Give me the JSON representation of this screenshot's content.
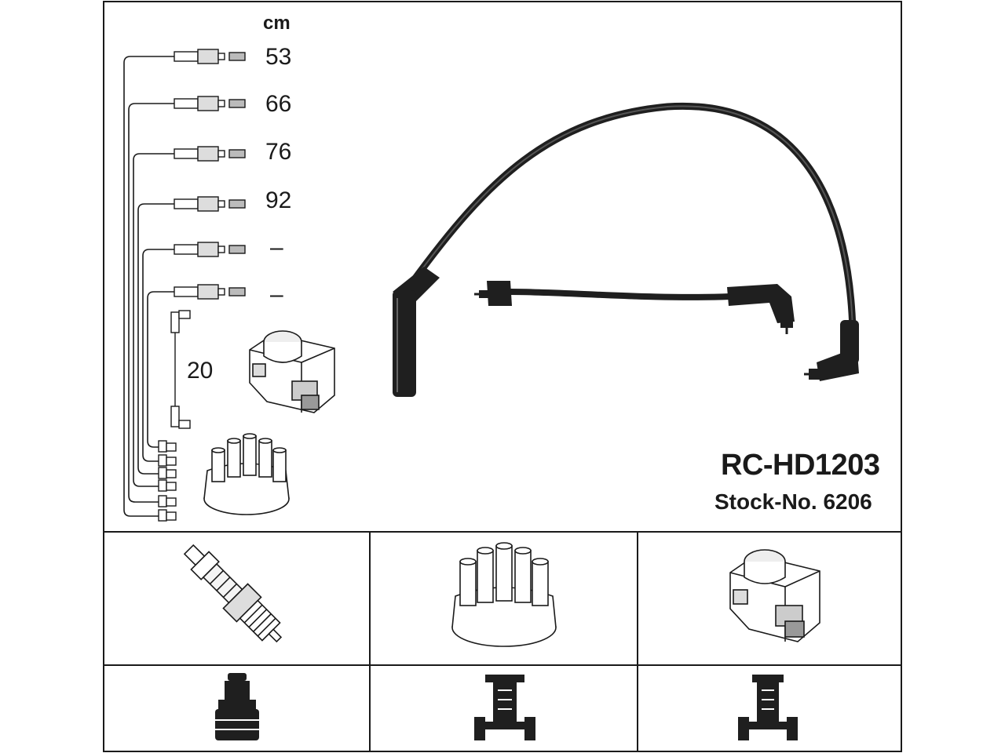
{
  "unit_label": "cm",
  "cable_lengths": [
    "53",
    "66",
    "76",
    "92",
    "–",
    "–"
  ],
  "ignition_lead_length": "20",
  "model": "RC-HD1203",
  "stock_number": "Stock-No. 6206",
  "colors": {
    "line": "#1a1a1a",
    "cable": "#2a2a2a",
    "background": "#ffffff"
  },
  "icons": {
    "main_set": "ignition-cable-set-icon",
    "panel_1": "spark-plug-icon",
    "panel_2": "distributor-cap-icon",
    "panel_3": "ignition-coil-icon",
    "panel_4": "spark-plug-terminal-icon",
    "panel_5": "distributor-terminal-icon",
    "panel_6": "coil-terminal-icon"
  }
}
